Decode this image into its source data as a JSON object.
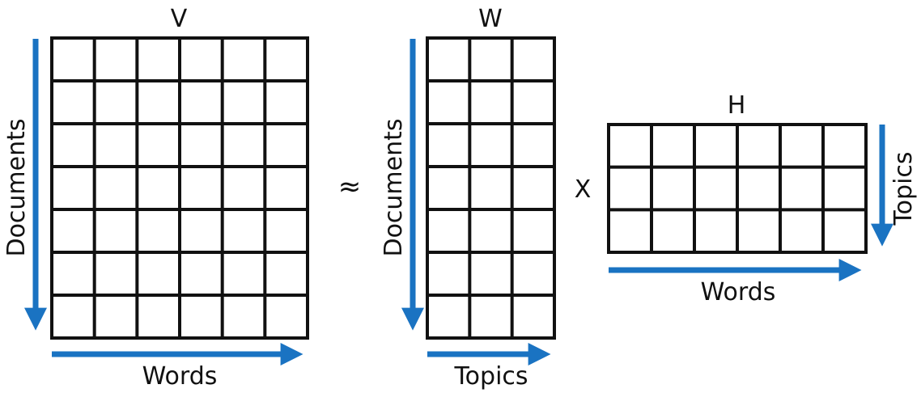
{
  "colors": {
    "arrow": "#1a73c2",
    "grid": "#111111",
    "background": "#ffffff"
  },
  "symbols": {
    "approx": "≈",
    "times": "X"
  },
  "matrices": {
    "V": {
      "title": "V",
      "rows": 7,
      "cols": 6,
      "row_axis_label": "Documents",
      "col_axis_label": "Words"
    },
    "W": {
      "title": "W",
      "rows": 7,
      "cols": 3,
      "row_axis_label": "Documents",
      "col_axis_label": "Topics"
    },
    "H": {
      "title": "H",
      "rows": 3,
      "cols": 6,
      "row_axis_label": "Topics",
      "col_axis_label": "Words"
    }
  }
}
